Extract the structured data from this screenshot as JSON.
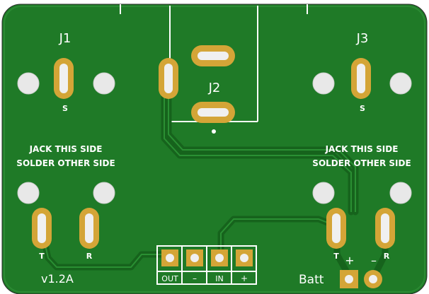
{
  "board": {
    "version": "v1.2A",
    "colors": {
      "mask": "#1f7a27",
      "mask_dark": "#1a6a21",
      "trace": "#16631c",
      "copper": "#d4a537",
      "pad_inner": "#f0f0f0",
      "silk": "#ffffff",
      "hole": "#e8e8e8"
    }
  },
  "connectors": {
    "j1": {
      "ref": "J1",
      "sleeve_label": "S",
      "tip_label": "T",
      "ring_label": "R"
    },
    "j2": {
      "ref": "J2"
    },
    "j3": {
      "ref": "J3",
      "sleeve_label": "S",
      "tip_label": "T",
      "ring_label": "R"
    }
  },
  "notes": {
    "left_line1": "JACK THIS SIDE",
    "left_line2": "SOLDER OTHER SIDE",
    "right_line1": "JACK THIS SIDE",
    "right_line2": "SOLDER OTHER SIDE"
  },
  "header": {
    "pins": [
      "OUT",
      "–",
      "IN",
      "+"
    ]
  },
  "battery": {
    "label": "Batt",
    "plus": "+",
    "minus": "–"
  }
}
